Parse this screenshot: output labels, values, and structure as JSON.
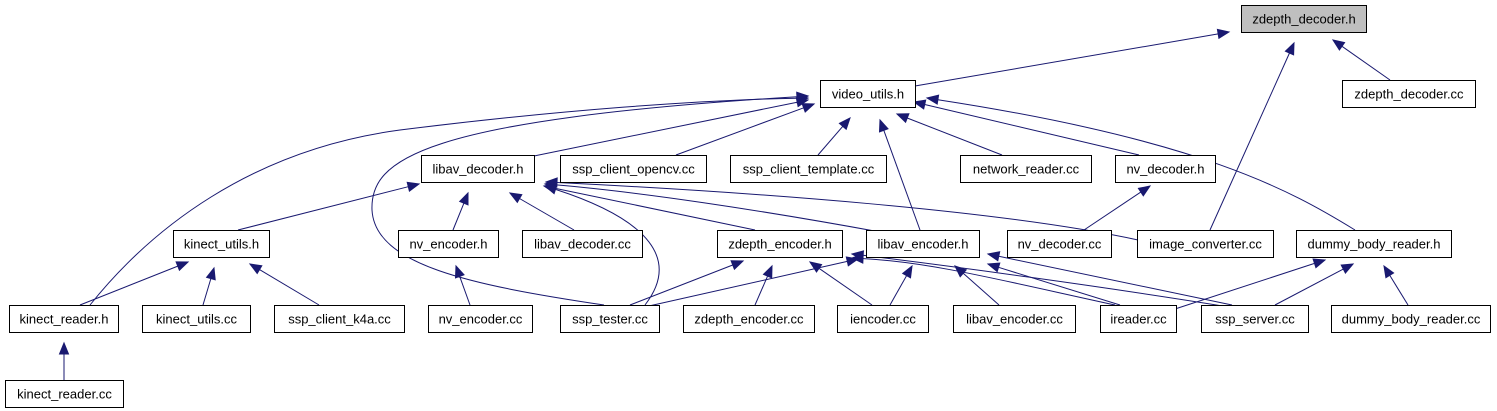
{
  "graph": {
    "title": "zdepth_decoder.h",
    "colors": {
      "edge": "#191970",
      "root_fill": "#bfbfbf",
      "node_fill": "#ffffff",
      "node_stroke": "#000000"
    },
    "nodes": [
      {
        "id": "zdepth_decoder_h",
        "label": "zdepth_decoder.h",
        "root": true
      },
      {
        "id": "video_utils_h",
        "label": "video_utils.h"
      },
      {
        "id": "zdepth_decoder_cc",
        "label": "zdepth_decoder.cc"
      },
      {
        "id": "libav_decoder_h",
        "label": "libav_decoder.h"
      },
      {
        "id": "ssp_client_opencv_cc",
        "label": "ssp_client_opencv.cc"
      },
      {
        "id": "ssp_client_template_cc",
        "label": "ssp_client_template.cc"
      },
      {
        "id": "network_reader_cc",
        "label": "network_reader.cc"
      },
      {
        "id": "nv_decoder_h",
        "label": "nv_decoder.h"
      },
      {
        "id": "kinect_utils_h",
        "label": "kinect_utils.h"
      },
      {
        "id": "nv_encoder_h",
        "label": "nv_encoder.h"
      },
      {
        "id": "libav_decoder_cc",
        "label": "libav_decoder.cc"
      },
      {
        "id": "zdepth_encoder_h",
        "label": "zdepth_encoder.h"
      },
      {
        "id": "libav_encoder_h",
        "label": "libav_encoder.h"
      },
      {
        "id": "nv_decoder_cc",
        "label": "nv_decoder.cc"
      },
      {
        "id": "image_converter_cc",
        "label": "image_converter.cc"
      },
      {
        "id": "dummy_body_reader_h",
        "label": "dummy_body_reader.h"
      },
      {
        "id": "kinect_reader_h",
        "label": "kinect_reader.h"
      },
      {
        "id": "kinect_utils_cc",
        "label": "kinect_utils.cc"
      },
      {
        "id": "ssp_client_k4a_cc",
        "label": "ssp_client_k4a.cc"
      },
      {
        "id": "nv_encoder_cc",
        "label": "nv_encoder.cc"
      },
      {
        "id": "ssp_tester_cc",
        "label": "ssp_tester.cc"
      },
      {
        "id": "zdepth_encoder_cc",
        "label": "zdepth_encoder.cc"
      },
      {
        "id": "iencoder_cc",
        "label": "iencoder.cc"
      },
      {
        "id": "libav_encoder_cc",
        "label": "libav_encoder.cc"
      },
      {
        "id": "ireader_cc",
        "label": "ireader.cc"
      },
      {
        "id": "ssp_server_cc",
        "label": "ssp_server.cc"
      },
      {
        "id": "dummy_body_reader_cc",
        "label": "dummy_body_reader.cc"
      },
      {
        "id": "kinect_reader_cc",
        "label": "kinect_reader.cc"
      }
    ],
    "edges": [
      {
        "from": "video_utils_h",
        "to": "zdepth_decoder_h"
      },
      {
        "from": "zdepth_decoder_cc",
        "to": "zdepth_decoder_h"
      },
      {
        "from": "image_converter_cc",
        "to": "zdepth_decoder_h"
      },
      {
        "from": "libav_decoder_h",
        "to": "video_utils_h"
      },
      {
        "from": "ssp_client_opencv_cc",
        "to": "video_utils_h"
      },
      {
        "from": "ssp_client_template_cc",
        "to": "video_utils_h"
      },
      {
        "from": "network_reader_cc",
        "to": "video_utils_h"
      },
      {
        "from": "nv_decoder_h",
        "to": "video_utils_h"
      },
      {
        "from": "kinect_reader_h",
        "to": "video_utils_h"
      },
      {
        "from": "ssp_tester_cc",
        "to": "video_utils_h"
      },
      {
        "from": "libav_encoder_h",
        "to": "video_utils_h"
      },
      {
        "from": "dummy_body_reader_h",
        "to": "video_utils_h"
      },
      {
        "from": "kinect_utils_h",
        "to": "libav_decoder_h"
      },
      {
        "from": "nv_encoder_h",
        "to": "libav_decoder_h"
      },
      {
        "from": "libav_decoder_cc",
        "to": "libav_decoder_h"
      },
      {
        "from": "zdepth_encoder_h",
        "to": "libav_decoder_h"
      },
      {
        "from": "libav_encoder_h",
        "to": "libav_decoder_h"
      },
      {
        "from": "image_converter_cc",
        "to": "libav_decoder_h"
      },
      {
        "from": "ssp_tester_cc",
        "to": "libav_decoder_h"
      },
      {
        "from": "nv_decoder_cc",
        "to": "nv_decoder_h"
      },
      {
        "from": "kinect_reader_h",
        "to": "kinect_utils_h"
      },
      {
        "from": "kinect_utils_cc",
        "to": "kinect_utils_h"
      },
      {
        "from": "ssp_client_k4a_cc",
        "to": "kinect_utils_h"
      },
      {
        "from": "nv_encoder_cc",
        "to": "nv_encoder_h"
      },
      {
        "from": "ssp_tester_cc",
        "to": "zdepth_encoder_h"
      },
      {
        "from": "zdepth_encoder_cc",
        "to": "zdepth_encoder_h"
      },
      {
        "from": "iencoder_cc",
        "to": "zdepth_encoder_h"
      },
      {
        "from": "ireader_cc",
        "to": "zdepth_encoder_h"
      },
      {
        "from": "ssp_server_cc",
        "to": "zdepth_encoder_h"
      },
      {
        "from": "ssp_tester_cc",
        "to": "libav_encoder_h"
      },
      {
        "from": "iencoder_cc",
        "to": "libav_encoder_h"
      },
      {
        "from": "libav_encoder_cc",
        "to": "libav_encoder_h"
      },
      {
        "from": "ireader_cc",
        "to": "libav_encoder_h"
      },
      {
        "from": "ssp_server_cc",
        "to": "libav_encoder_h"
      },
      {
        "from": "ireader_cc",
        "to": "dummy_body_reader_h"
      },
      {
        "from": "ssp_server_cc",
        "to": "dummy_body_reader_h"
      },
      {
        "from": "dummy_body_reader_cc",
        "to": "dummy_body_reader_h"
      },
      {
        "from": "kinect_reader_cc",
        "to": "kinect_reader_h"
      }
    ]
  }
}
